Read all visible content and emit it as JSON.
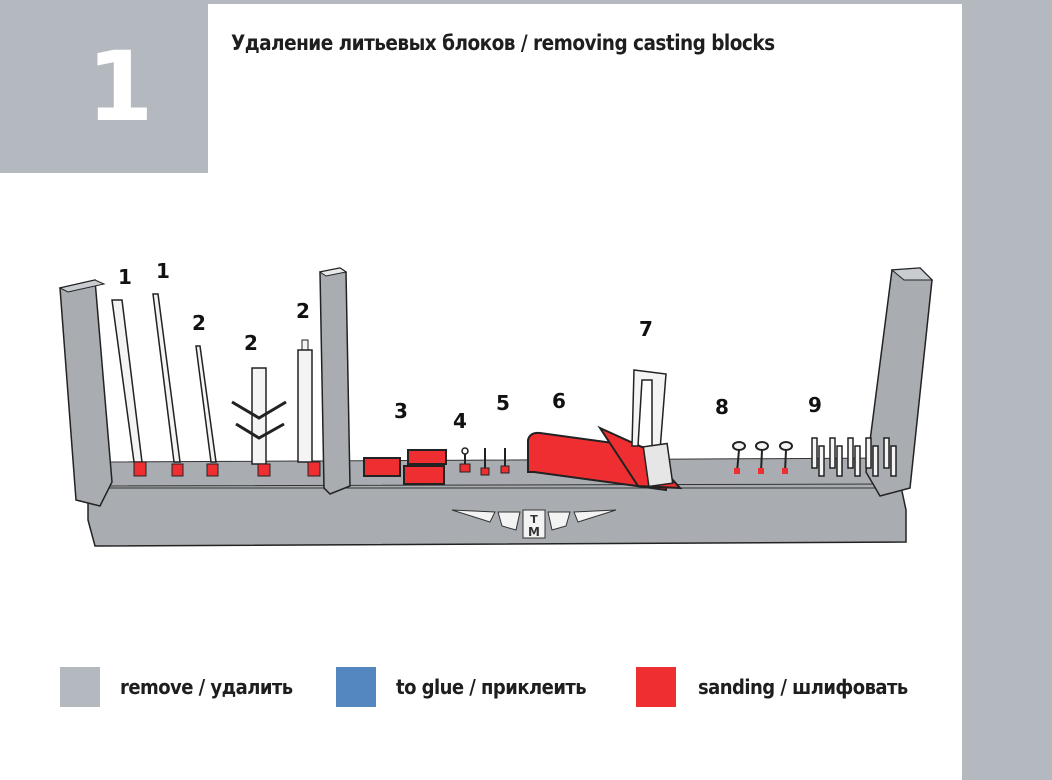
{
  "step": {
    "number": "1"
  },
  "title": "Удаление литьевых блоков / removing casting blocks",
  "parts": [
    {
      "label": "1"
    },
    {
      "label": "1"
    },
    {
      "label": "2"
    },
    {
      "label": "2"
    },
    {
      "label": "2"
    },
    {
      "label": "3"
    },
    {
      "label": "4"
    },
    {
      "label": "5"
    },
    {
      "label": "6"
    },
    {
      "label": "7"
    },
    {
      "label": "8"
    },
    {
      "label": "9"
    }
  ],
  "logo": {
    "text_top": "T",
    "text_bottom": "M"
  },
  "legend": [
    {
      "label": "remove / удалить",
      "color": "#b4b9c0"
    },
    {
      "label": "to glue / приклеить",
      "color": "#5487c0"
    },
    {
      "label": "sanding  / шлифовать",
      "color": "#ee2e31"
    }
  ],
  "colors": {
    "panel_gray": "#b4b9c0",
    "rack_gray": "#a9adb2",
    "sanding_red": "#ee2e31",
    "text": "#1e1e1e"
  }
}
